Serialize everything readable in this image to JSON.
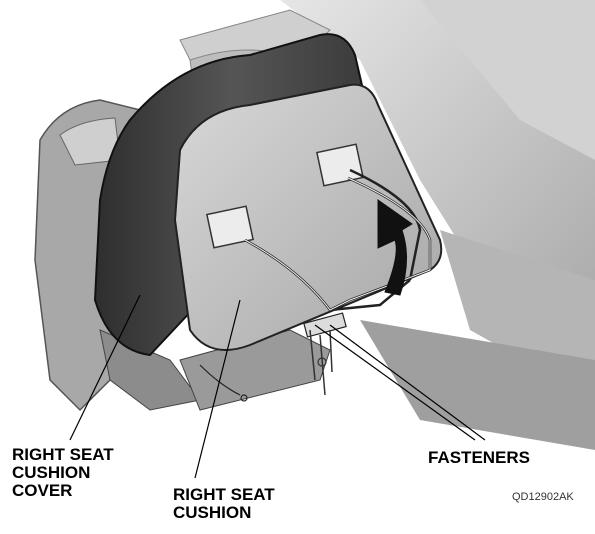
{
  "labels": {
    "cover_line1": "RIGHT SEAT",
    "cover_line2": "CUSHION",
    "cover_line3": "COVER",
    "cushion_line1": "RIGHT SEAT",
    "cushion_line2": "CUSHION",
    "fasteners": "FASTENERS",
    "figure_code": "QD12902AK"
  },
  "colors": {
    "cover": "#3a3a3a",
    "cushion": "#c8c8c8",
    "background_parts": "#bdbdbd",
    "arrow": "#111111",
    "rod": "#e8e8e8"
  }
}
